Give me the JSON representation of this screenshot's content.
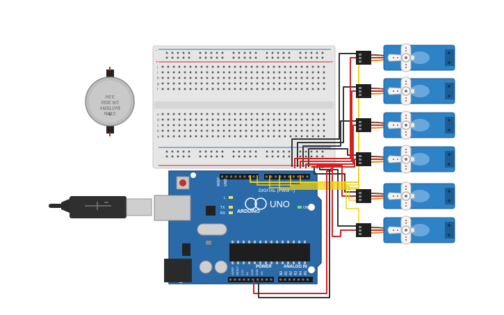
{
  "battery": {
    "line1": "COIN",
    "line2": "BATTERY",
    "line3": "CR 2032",
    "line4": "3.0V",
    "plus": "+"
  },
  "arduino": {
    "brand": "ARDUINO",
    "model": "UNO",
    "digital_label": "DIGITAL (PWM ~)",
    "power_label": "POWER",
    "analog_label": "ANALOG IN",
    "on_label": "ON",
    "aref": "AREF",
    "gnd": "GND",
    "led_l": "L",
    "led_tx": "TX",
    "led_rx": "RX",
    "power_pins": [
      "IOREF",
      "RESET",
      "3.3V",
      "5V",
      "GND",
      "GND",
      "Vin"
    ],
    "analog_pins": [
      "A0",
      "A1",
      "A2",
      "A3",
      "A4",
      "A5"
    ]
  },
  "breadboard": {
    "rows_top": [
      "j",
      "i",
      "h",
      "g",
      "f"
    ],
    "rows_bottom": [
      "e",
      "d",
      "c",
      "b",
      "a"
    ],
    "columns": 30,
    "rail_plus": "+",
    "rail_minus": "-"
  },
  "servos": {
    "count": 6
  },
  "colors": {
    "arduino_board": "#2a6aa8",
    "servo_body": "#2e82c6",
    "wire_red": "#d42020",
    "wire_yellow": "#f2d20d",
    "wire_black": "#333333",
    "breadboard": "#e4e4e4"
  }
}
